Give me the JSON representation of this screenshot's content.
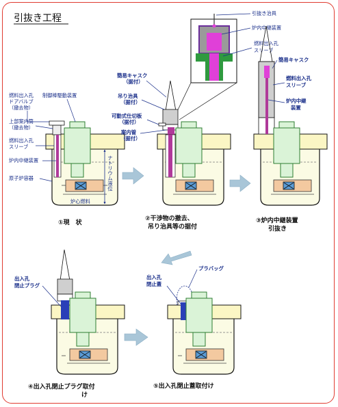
{
  "title": "引抜き工程",
  "inset": {
    "labels": [
      "引抜き治具",
      "炉内中継装置",
      "燃料出入孔",
      "スリーブ"
    ]
  },
  "panel1": {
    "caption": "①現　状",
    "labels": {
      "door_valve_1": "燃料出入孔",
      "door_valve_2": "ドアバルブ",
      "door_valve_3": "（撤去物）",
      "control_rod": "制御棒駆動装置",
      "upper_guide_1": "上部案内筒",
      "upper_guide_2": "（撤去物）",
      "sleeve_1": "燃料出入孔",
      "sleeve_2": "スリーブ",
      "relay": "炉内中継装置",
      "vessel": "原子炉容器",
      "core": "炉心燃料",
      "sodium": "ナトリウム液位"
    }
  },
  "panel2": {
    "caption_1": "②干渉物の撤去、",
    "caption_2": "吊り治具等の据付",
    "labels": {
      "cask_1": "簡易キャスク",
      "cask_2": "（据付）",
      "jig_1": "吊り治具",
      "jig_2": "（据付）",
      "gate_1": "可動式仕切板",
      "gate_2": "（据付）",
      "guide_1": "案内管",
      "guide_2": "（据付）"
    }
  },
  "panel3": {
    "caption_1": "③炉内中継装置",
    "caption_2": "引抜き",
    "labels": {
      "cask": "簡易キャスク",
      "sleeve_1": "燃料出入孔",
      "sleeve_2": "スリーブ",
      "relay_1": "炉内中継",
      "relay_2": "装置"
    }
  },
  "panel4": {
    "caption_1": "④出入孔閉止プラグ取付",
    "caption_2": "け",
    "labels": {
      "plug_1": "出入孔",
      "plug_2": "閉止プラグ"
    }
  },
  "panel5": {
    "caption": "⑤出入孔閉止蓋取付け",
    "labels": {
      "lid_1": "出入孔",
      "lid_2": "閉止蓋",
      "bag": "プラバッグ"
    }
  },
  "colors": {
    "frame": "#e03a2f",
    "label": "#1a2f8a",
    "vessel_fill": "#fbfbe4",
    "plate": "#fbf6c4",
    "drive": "#daf3d7",
    "drive_stroke": "#2e7d32",
    "relay": "#b03a9a",
    "core": "#f3c9a0",
    "arrow": "#a9c6d8"
  }
}
